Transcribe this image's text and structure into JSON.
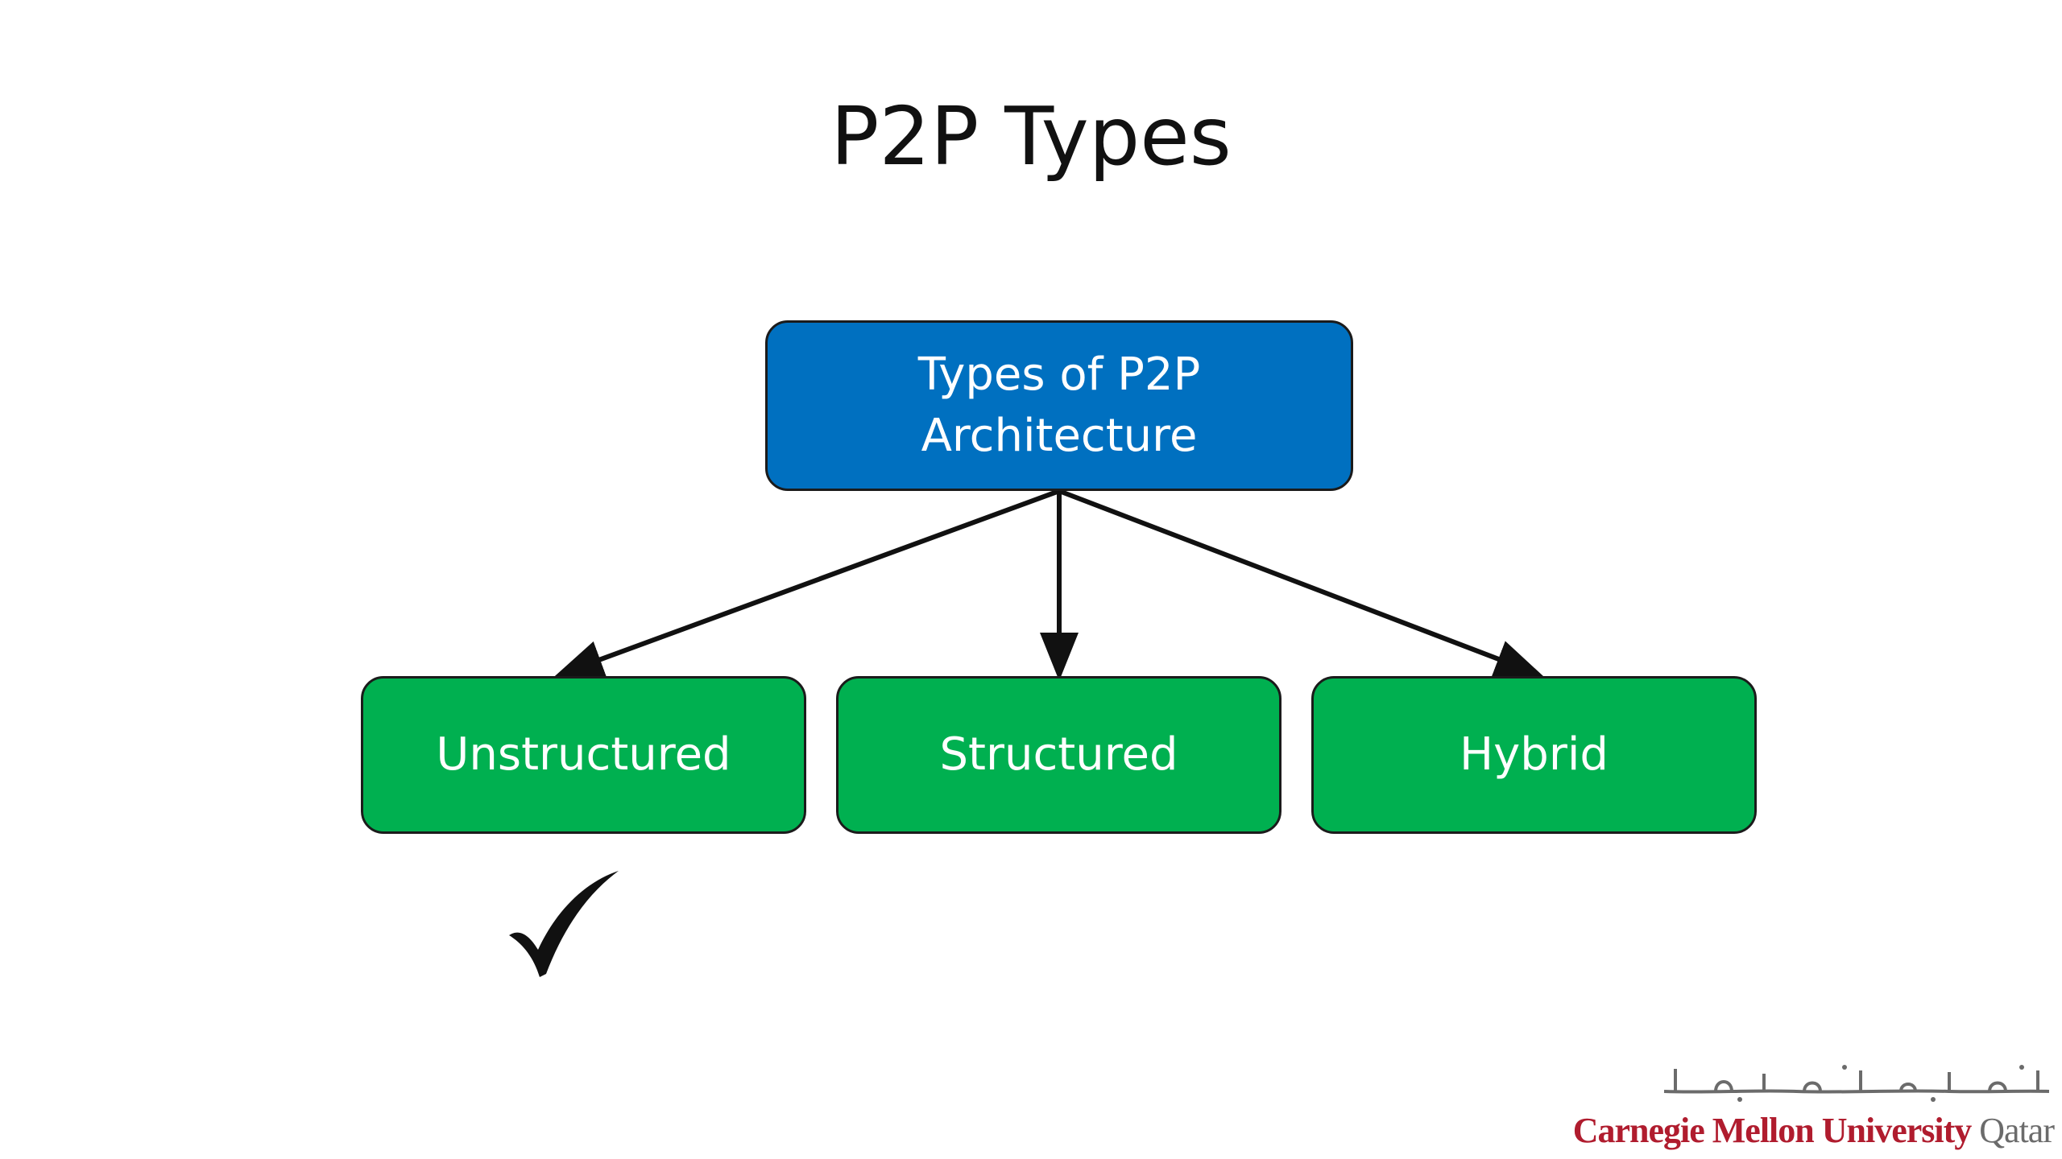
{
  "slide": {
    "title": "P2P Types"
  },
  "diagram": {
    "root": {
      "label": "Types of P2P\nArchitecture",
      "color": "#0070c0"
    },
    "children": [
      {
        "label": "Unstructured",
        "color": "#00b050",
        "checked": true
      },
      {
        "label": "Structured",
        "color": "#00b050",
        "checked": false
      },
      {
        "label": "Hybrid",
        "color": "#00b050",
        "checked": false
      }
    ],
    "edge_color": "#111111"
  },
  "checkmark": {
    "icon": "checkmark-icon",
    "target": "Unstructured"
  },
  "logo": {
    "arabic_text": "جامعة كارنيجي ميلون في قطر",
    "english_name": "Carnegie Mellon University",
    "english_suffix": "Qatar",
    "brand_color": "#b01c2e"
  }
}
